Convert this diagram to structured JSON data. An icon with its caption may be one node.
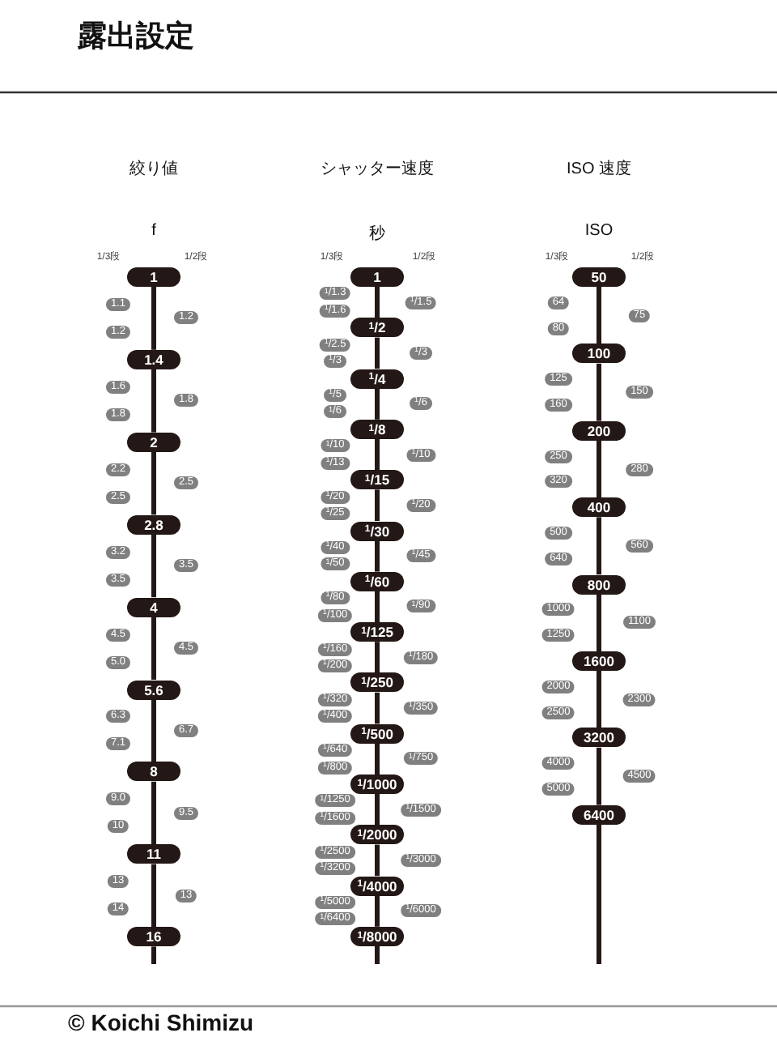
{
  "diagram": {
    "title": "露出設定",
    "nodes": [
      {
        "text": [
          "1"
        ]
      },
      {
        "text": [
          "1.1"
        ]
      },
      {
        "text": [
          "1.2"
        ]
      },
      {
        "text": [
          "1.2"
        ]
      },
      {
        "text": [
          "1.4"
        ]
      },
      {
        "text": [
          "1.6"
        ]
      },
      {
        "text": [
          "1.8"
        ]
      },
      {
        "text": [
          "1.8"
        ]
      },
      {
        "text": [
          "2"
        ]
      },
      {
        "text": [
          "2.2"
        ]
      },
      {
        "text": [
          "2.5"
        ]
      },
      {
        "text": [
          "2.5"
        ]
      },
      {
        "text": [
          "2.8"
        ]
      },
      {
        "text": [
          "3.2"
        ]
      },
      {
        "text": [
          "3.5"
        ]
      },
      {
        "text": [
          "3.5"
        ]
      },
      {
        "text": [
          "4"
        ]
      },
      {
        "text": [
          "4.5"
        ]
      },
      {
        "text": [
          "4.5"
        ]
      },
      {
        "text": [
          "5.0"
        ]
      },
      {
        "text": [
          "5.6"
        ]
      },
      {
        "text": [
          "6.3"
        ]
      },
      {
        "text": [
          "6.7"
        ]
      },
      {
        "text": [
          "7.1"
        ]
      },
      {
        "text": [
          "8"
        ]
      },
      {
        "text": [
          "9.0"
        ]
      },
      {
        "text": [
          "9.5"
        ]
      },
      {
        "text": [
          "10"
        ]
      },
      {
        "text": [
          "11"
        ]
      },
      {
        "text": [
          "13"
        ]
      },
      {
        "text": [
          "13"
        ]
      },
      {
        "text": [
          "14"
        ]
      },
      {
        "text": [
          "16"
        ]
      },
      {
        "text": [
          "1"
        ]
      },
      {
        "text": [
          "$^{1}$/1.3"
        ]
      },
      {
        "text": [
          "$^{1}$/1.5"
        ]
      },
      {
        "text": [
          "$^{1}$/1.6"
        ]
      },
      {
        "text": [
          "$^{1}$/2"
        ]
      },
      {
        "text": [
          "$^{1}$/2.5"
        ]
      },
      {
        "text": [
          "$^{1}$/3"
        ]
      },
      {
        "text": [
          "$^{1}$/3"
        ]
      },
      {
        "text": [
          "$^{1}$/4"
        ]
      },
      {
        "text": [
          "$^{1}$/5"
        ]
      },
      {
        "text": [
          "$^{1}$/6"
        ]
      },
      {
        "text": [
          "$^{1}$/6"
        ]
      },
      {
        "text": [
          "$^{1}$/8"
        ]
      },
      {
        "text": [
          "$^{1}$/10"
        ]
      },
      {
        "text": [
          "$^{1}$/10"
        ]
      },
      {
        "text": [
          "$^{1}$/13"
        ]
      },
      {
        "text": [
          "$^{1}$/15"
        ]
      },
      {
        "text": [
          "$^{1}$/20"
        ]
      },
      {
        "text": [
          "$^{1}$/20"
        ]
      },
      {
        "text": [
          "$^{1}$/25"
        ]
      },
      {
        "text": [
          "$^{1}$/30"
        ]
      },
      {
        "text": [
          "$^{1}$/40"
        ]
      },
      {
        "text": [
          "$^{1}$/45"
        ]
      },
      {
        "text": [
          "$^{1}$/50"
        ]
      },
      {
        "text": [
          "$^{1}$/60"
        ]
      },
      {
        "text": [
          "$^{1}$/80"
        ]
      },
      {
        "text": [
          "$^{1}$/90"
        ]
      },
      {
        "text": [
          "$^{1}$/100"
        ]
      },
      {
        "text": [
          "$^{1}$/125"
        ]
      },
      {
        "text": [
          "$^{1}$/160"
        ]
      },
      {
        "text": [
          "$^{1}$/180"
        ]
      },
      {
        "text": [
          "$^{1}$/200"
        ]
      },
      {
        "text": [
          "$^{1}$/250"
        ]
      },
      {
        "text": [
          "$^{1}$/320"
        ]
      },
      {
        "text": [
          "$^{1}$/350"
        ]
      },
      {
        "text": [
          "$^{1}$/400"
        ]
      },
      {
        "text": [
          "$^{1}$/500"
        ]
      },
      {
        "text": [
          "$^{1}$/640"
        ]
      },
      {
        "text": [
          "$^{1}$/750"
        ]
      },
      {
        "text": [
          "$^{1}$/800"
        ]
      },
      {
        "text": [
          "$^{1}$/1000"
        ]
      },
      {
        "text": [
          "$^{1}$/1250"
        ]
      },
      {
        "text": [
          "$^{1}$/1500"
        ]
      },
      {
        "text": [
          "$^{1}$/1600"
        ]
      },
      {
        "text": [
          "$^{1}$/2000"
        ]
      },
      {
        "text": [
          "$^{1}$/2500"
        ]
      },
      {
        "text": [
          "$^{1}$/3000"
        ]
      },
      {
        "text": [
          "$^{1}$/3200"
        ]
      },
      {
        "text": [
          "$^{1}$/4000"
        ]
      },
      {
        "text": [
          "$^{1}$/5000"
        ]
      },
      {
        "text": [
          "$^{1}$/6000"
        ]
      },
      {
        "text": [
          "$^{1}$/6400"
        ]
      },
      {
        "text": [
          "$^{1}$/8000"
        ]
      },
      {
        "text": [
          "50"
        ]
      },
      {
        "text": [
          "64"
        ]
      },
      {
        "text": [
          "75"
        ]
      },
      {
        "text": [
          "80"
        ]
      },
      {
        "text": [
          "100"
        ]
      },
      {
        "text": [
          "125"
        ]
      },
      {
        "text": [
          "150"
        ]
      },
      {
        "text": [
          "160"
        ]
      },
      {
        "text": [
          "200"
        ]
      },
      {
        "text": [
          "250"
        ]
      },
      {
        "text": [
          "280"
        ]
      },
      {
        "text": [
          "320"
        ]
      },
      {
        "text": [
          "400"
        ]
      },
      {
        "text": [
          "500"
        ]
      },
      {
        "text": [
          "560"
        ]
      },
      {
        "text": [
          "640"
        ]
      },
      {
        "text": [
          "800"
        ]
      },
      {
        "text": [
          "1000"
        ]
      },
      {
        "text": [
          "1100"
        ]
      },
      {
        "text": [
          "1250"
        ]
      },
      {
        "text": [
          "1600"
        ]
      },
      {
        "text": [
          "2000"
        ]
      },
      {
        "text": [
          "2300"
        ]
      },
      {
        "text": [
          "2500"
        ]
      },
      {
        "text": [
          "3200"
        ]
      },
      {
        "text": [
          "4000"
        ]
      },
      {
        "text": [
          "4500"
        ]
      },
      {
        "text": [
          "5000"
        ]
      },
      {
        "text": [
          "6400"
        ]
      }
    ],
    "edges": [
      {
        "from": 0,
        "to": 4,
        "arrow": "none"
      },
      {
        "from": 4,
        "to": 8,
        "arrow": "none"
      },
      {
        "from": 8,
        "to": 12,
        "arrow": "none"
      },
      {
        "from": 12,
        "to": 16,
        "arrow": "none"
      },
      {
        "from": 16,
        "to": 20,
        "arrow": "none"
      },
      {
        "from": 20,
        "to": 24,
        "arrow": "none"
      },
      {
        "from": 24,
        "to": 28,
        "arrow": "none"
      },
      {
        "from": 28,
        "to": 32,
        "arrow": "none"
      },
      {
        "from": 33,
        "to": 37,
        "arrow": "none"
      },
      {
        "from": 37,
        "to": 41,
        "arrow": "none"
      },
      {
        "from": 41,
        "to": 45,
        "arrow": "none"
      },
      {
        "from": 45,
        "to": 49,
        "arrow": "none"
      },
      {
        "from": 49,
        "to": 53,
        "arrow": "none"
      },
      {
        "from": 53,
        "to": 57,
        "arrow": "none"
      },
      {
        "from": 57,
        "to": 61,
        "arrow": "none"
      },
      {
        "from": 61,
        "to": 65,
        "arrow": "none"
      },
      {
        "from": 65,
        "to": 69,
        "arrow": "none"
      },
      {
        "from": 69,
        "to": 73,
        "arrow": "none"
      },
      {
        "from": 73,
        "to": 77,
        "arrow": "none"
      },
      {
        "from": 77,
        "to": 81,
        "arrow": "none"
      },
      {
        "from": 81,
        "to": 85,
        "arrow": "none"
      },
      {
        "from": 86,
        "to": 90,
        "arrow": "none"
      },
      {
        "from": 90,
        "to": 94,
        "arrow": "none"
      },
      {
        "from": 94,
        "to": 98,
        "arrow": "none"
      },
      {
        "from": 98,
        "to": 102,
        "arrow": "none"
      },
      {
        "from": 102,
        "to": 106,
        "arrow": "none"
      },
      {
        "from": 106,
        "to": 110,
        "arrow": "none"
      },
      {
        "from": 110,
        "to": 114,
        "arrow": "none"
      }
    ],
    "labels": [
      "絞り値",
      "シャッター速度",
      "ISO 速度",
      "f",
      "秒",
      "ISO",
      "1/3段",
      "1/2段",
      "1/3段",
      "1/2段",
      "1/3段",
      "1/2段",
      "© Koichi Shimizu"
    ]
  }
}
